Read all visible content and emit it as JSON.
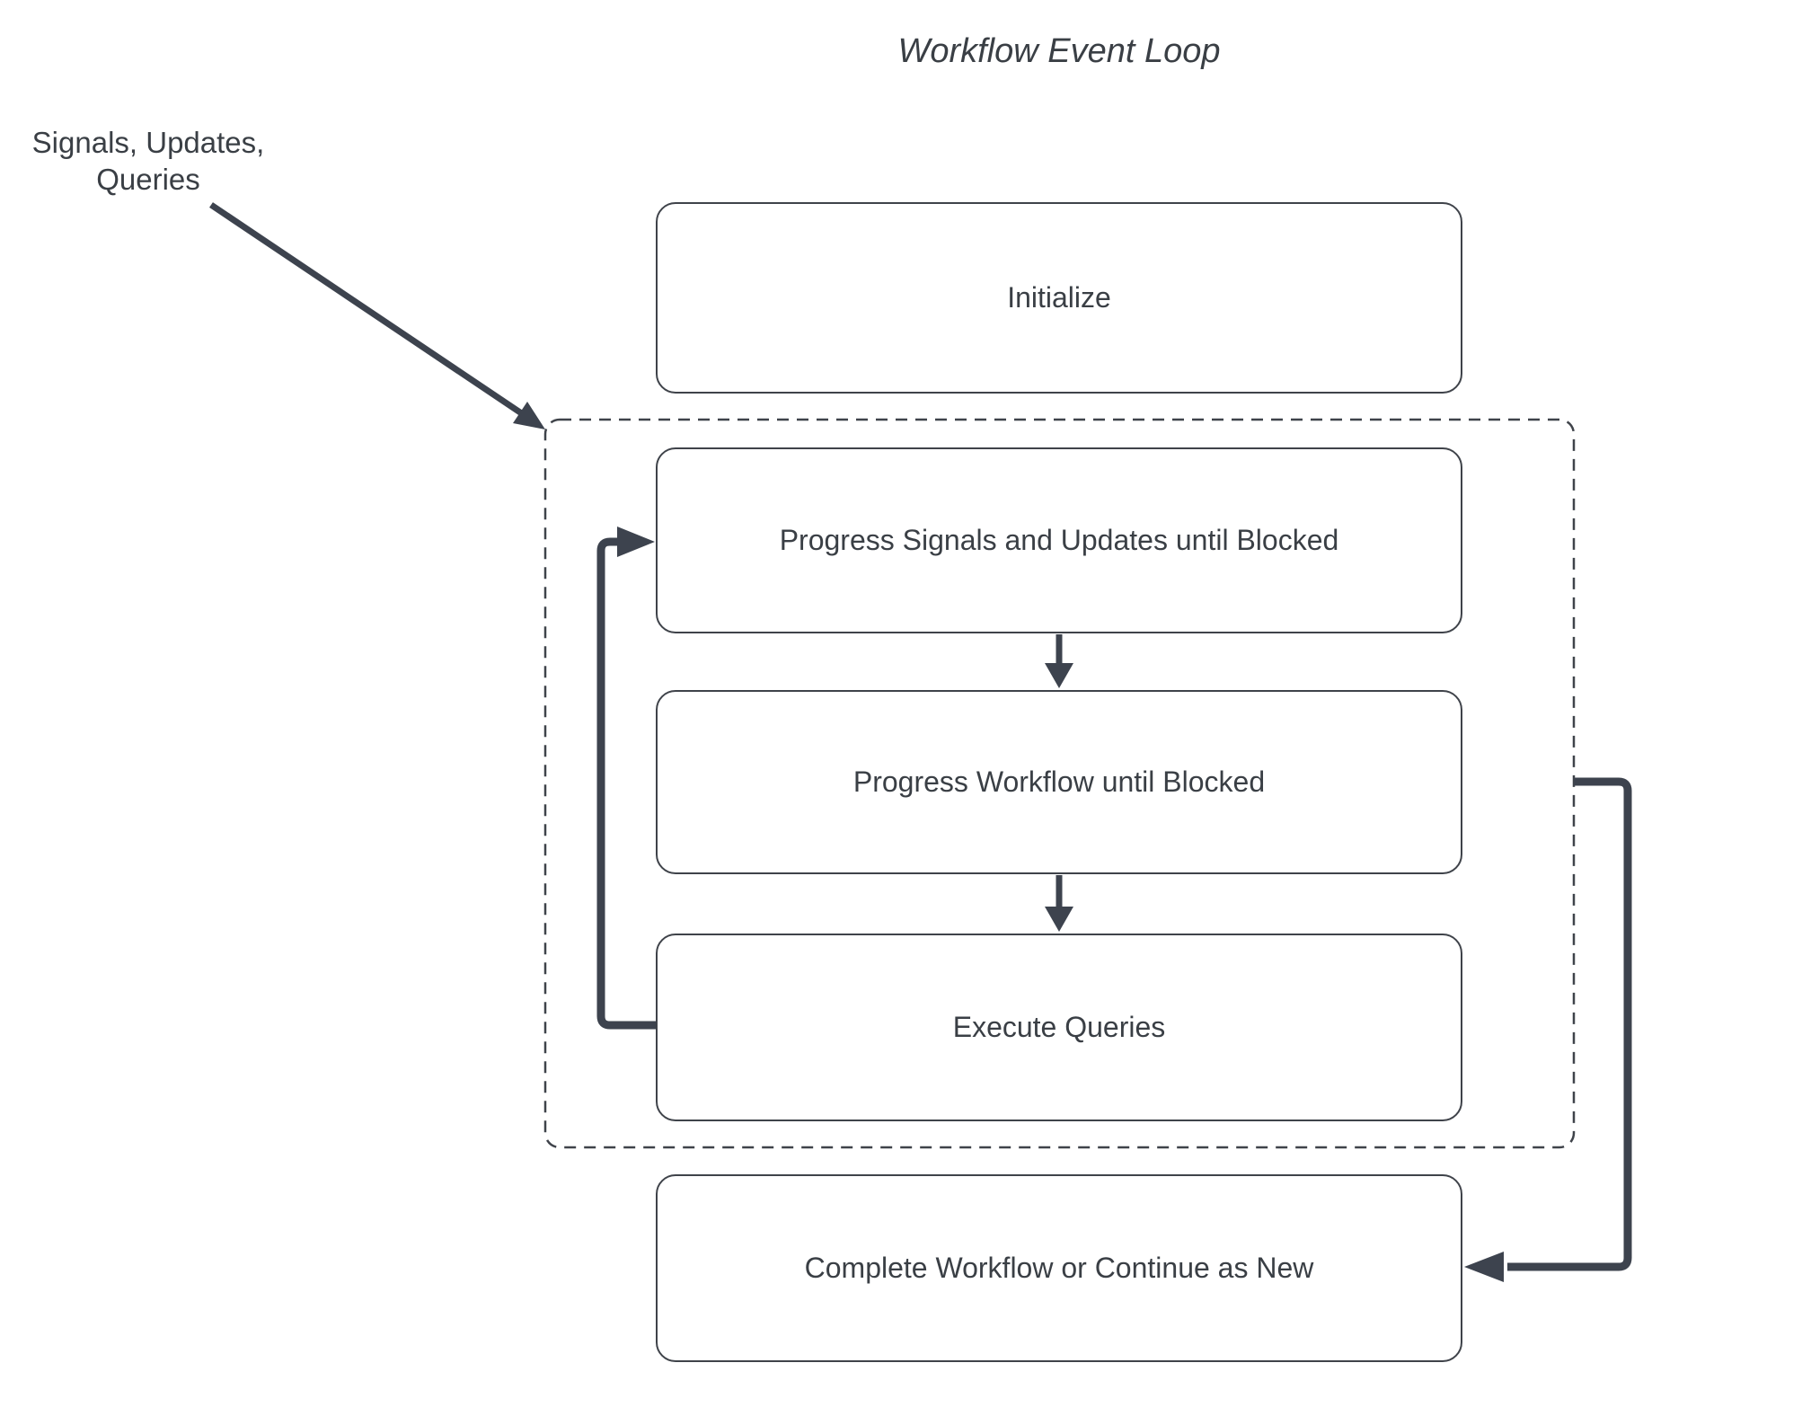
{
  "diagram": {
    "title": "Workflow Event Loop",
    "external_inputs_label": "Signals, Updates,\nQueries",
    "nodes": {
      "initialize": "Initialize",
      "progress_signals_updates": "Progress Signals and Updates until Blocked",
      "progress_workflow": "Progress Workflow until Blocked",
      "execute_queries": "Execute Queries",
      "complete_or_continue": "Complete Workflow or Continue as New"
    },
    "colors": {
      "background": "#ffffff",
      "line": "#3d434e",
      "border": "#3f434a",
      "text": "#3a3f45"
    }
  }
}
